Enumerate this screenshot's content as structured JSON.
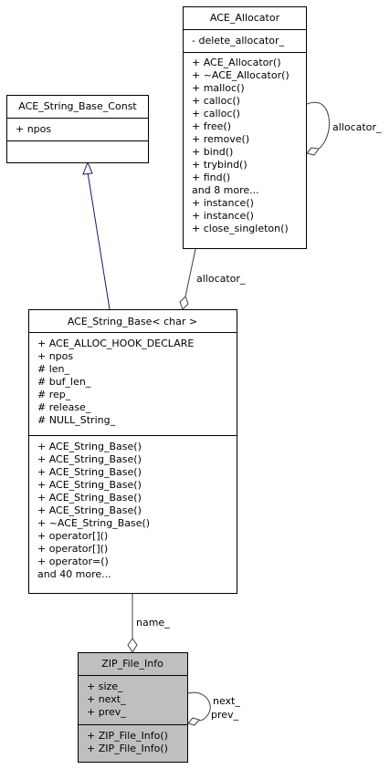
{
  "classes": {
    "allocator": {
      "title": "ACE_Allocator",
      "attributes": [
        "- delete_allocator_"
      ],
      "methods": [
        "+ ACE_Allocator()",
        "+ ~ACE_Allocator()",
        "+ malloc()",
        "+ calloc()",
        "+ calloc()",
        "+ free()",
        "+ remove()",
        "+ bind()",
        "+ trybind()",
        "+ find()",
        "and 8 more...",
        "+ instance()",
        "+ instance()",
        "+ close_singleton()"
      ]
    },
    "string_base_const": {
      "title": "ACE_String_Base_Const",
      "attributes": [
        "+ npos"
      ],
      "methods": []
    },
    "string_base": {
      "title": "ACE_String_Base< char >",
      "attributes": [
        "+ ACE_ALLOC_HOOK_DECLARE",
        "+ npos",
        "# len_",
        "# buf_len_",
        "# rep_",
        "# release_",
        "# NULL_String_"
      ],
      "methods": [
        "+ ACE_String_Base()",
        "+ ACE_String_Base()",
        "+ ACE_String_Base()",
        "+ ACE_String_Base()",
        "+ ACE_String_Base()",
        "+ ACE_String_Base()",
        "+ ~ACE_String_Base()",
        "+ operator[]()",
        "+ operator[]()",
        "+ operator=()",
        "and 40 more..."
      ]
    },
    "zip_file_info": {
      "title": "ZIP_File_Info",
      "attributes": [
        "+ size_",
        "+ next_",
        "+ prev_"
      ],
      "methods": [
        "+ ZIP_File_Info()",
        "+ ZIP_File_Info()"
      ]
    }
  },
  "edges": {
    "allocator_self": "allocator_",
    "allocator_to_string_base": "allocator_",
    "string_base_to_zip": "name_",
    "zip_self_next": "next_",
    "zip_self_prev": "prev_"
  }
}
